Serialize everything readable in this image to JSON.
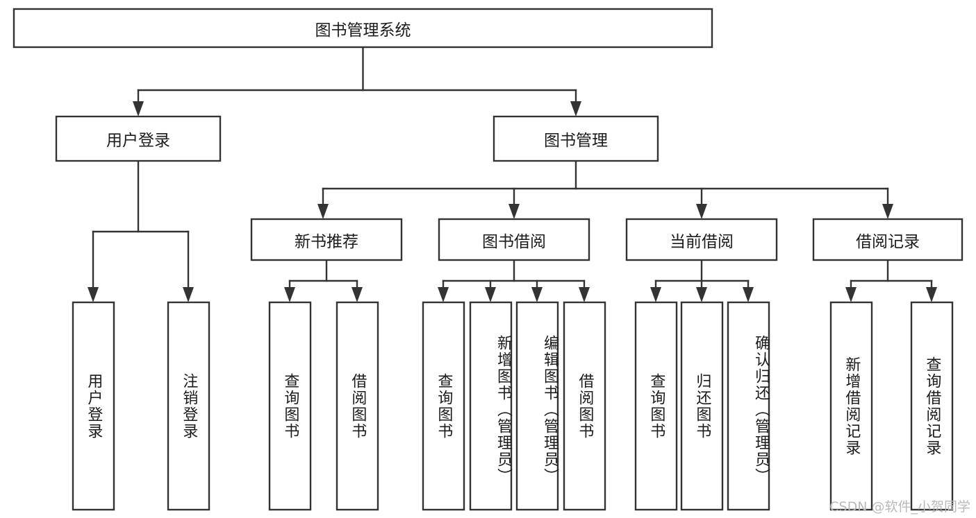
{
  "diagram": {
    "type": "tree-hierarchy",
    "title": "图书管理系统",
    "watermark": "CSDN @软件_小贺同学",
    "colors": {
      "box_stroke": "#333333",
      "box_fill": "#ffffff",
      "text": "#1b1b1b",
      "background": "#ffffff",
      "watermark": "#b9b9b9"
    },
    "levels": {
      "root": {
        "label": "图书管理系统",
        "orientation": "horizontal"
      },
      "level2": [
        {
          "label": "用户登录",
          "orientation": "horizontal"
        },
        {
          "label": "图书管理",
          "orientation": "horizontal"
        }
      ],
      "level3": [
        {
          "label": "新书推荐",
          "orientation": "horizontal"
        },
        {
          "label": "图书借阅",
          "orientation": "horizontal"
        },
        {
          "label": "当前借阅",
          "orientation": "horizontal"
        },
        {
          "label": "借阅记录",
          "orientation": "horizontal"
        }
      ],
      "leaves": [
        {
          "label": "用户登录",
          "orientation": "vertical",
          "parent": "用户登录"
        },
        {
          "label": "注销登录",
          "orientation": "vertical",
          "parent": "用户登录"
        },
        {
          "label": "查询图书",
          "orientation": "vertical",
          "parent": "新书推荐"
        },
        {
          "label": "借阅图书",
          "orientation": "vertical",
          "parent": "新书推荐"
        },
        {
          "label": "查询图书",
          "orientation": "vertical",
          "parent": "图书借阅"
        },
        {
          "label": "新增图书（管理员）",
          "orientation": "vertical",
          "parent": "图书借阅"
        },
        {
          "label": "编辑图书（管理员）",
          "orientation": "vertical",
          "parent": "图书借阅"
        },
        {
          "label": "借阅图书",
          "orientation": "vertical",
          "parent": "图书借阅"
        },
        {
          "label": "查询图书",
          "orientation": "vertical",
          "parent": "当前借阅"
        },
        {
          "label": "归还图书",
          "orientation": "vertical",
          "parent": "当前借阅"
        },
        {
          "label": "确认归还（管理员）",
          "orientation": "vertical",
          "parent": "当前借阅"
        },
        {
          "label": "新增借阅记录",
          "orientation": "vertical",
          "parent": "借阅记录"
        },
        {
          "label": "查询借阅记录",
          "orientation": "vertical",
          "parent": "借阅记录"
        }
      ]
    }
  }
}
